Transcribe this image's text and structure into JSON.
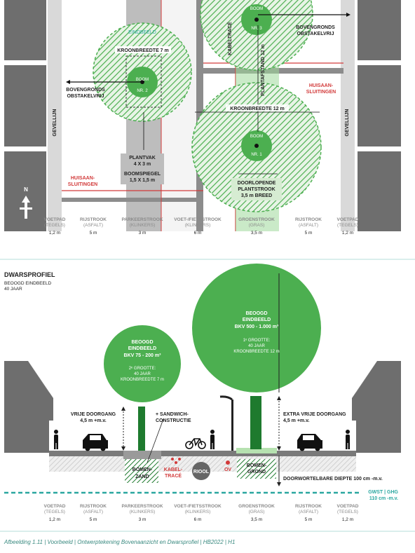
{
  "plan": {
    "eindbeeld": "EINDBEELD",
    "kroonbreedte_small": "KROONBREEDTE 7 m",
    "kroonbreedte_large": "KROONBREEDTE 12 m",
    "boom2": [
      "BOOM",
      "NR. 2"
    ],
    "boom3": [
      "BOOM",
      "NR. 3"
    ],
    "boom1": [
      "BOOM",
      "NR. 1"
    ],
    "bovengronds_left": [
      "BOVENGRONDS",
      "OBSTAKELVRIJ"
    ],
    "bovengronds_right": [
      "BOVENGRONDS",
      "OBSTAKELVRIJ"
    ],
    "kabeltrace": "KABELTRACÉ",
    "plantafstand": "PLANTAFSTAND 12 m",
    "huisaansluitingen_right": [
      "HUISAAN-",
      "SLUITINGEN"
    ],
    "huisaansluitingen_left": [
      "HUISAAN-",
      "SLUITINGEN"
    ],
    "gevellijn": "GEVELLIJN",
    "plantvak": [
      "PLANTVAK",
      "4 X 3 m"
    ],
    "boomspiegel": [
      "BOOMSPIEGEL",
      "1,5 X 1,5 m"
    ],
    "doorlopende": [
      "DOORLOPENDE",
      "PLANTSTROOK",
      "3,5 m BREED"
    ],
    "north": "N"
  },
  "strips": [
    {
      "name": "VOETPAD",
      "sub": "(TEGELS)",
      "width": "1,2 m"
    },
    {
      "name": "RIJSTROOK",
      "sub": "(ASFALT)",
      "width": "5 m"
    },
    {
      "name": "PARKEERSTROOK",
      "sub": "(KLINKERS)",
      "width": "3 m"
    },
    {
      "name": "VOET-/FIETSSTROOK",
      "sub": "(KLINKERS)",
      "width": "6 m"
    },
    {
      "name": "GROENSTROOK",
      "sub": "(GRAS)",
      "width": "3,5 m"
    },
    {
      "name": "RIJSTROOK",
      "sub": "(ASFALT)",
      "width": "5 m"
    },
    {
      "name": "VOETPAD",
      "sub": "(TEGELS)",
      "width": "1,2 m"
    }
  ],
  "section": {
    "title": "DWARSPROFIEL",
    "subtitle": [
      "BEOOGD EINDBEELD",
      "40 JAAR"
    ],
    "tree_small": [
      "BEOOGD",
      "EINDBEELD",
      "BKV 75 - 200 m³",
      "2ᵉ GROOTTE:",
      "40 JAAR",
      "KROONBREEDTE 7 m"
    ],
    "tree_large": [
      "BEOOGD",
      "EINDBEELD",
      "BKV 500 - 1.000 m³",
      "1ᵉ GROOTTE:",
      "40 JAAR",
      "KROONBREEDTE 12 m"
    ],
    "vrije_doorgang": [
      "VRIJE DOORGANG",
      "4,5 m +m.v."
    ],
    "extra_vrije_doorgang": [
      "EXTRA VRIJE DOORGANG",
      "4,5 m +m.v."
    ],
    "sandwich": [
      "+ SANDWICH-",
      "CONSTRUCTIE"
    ],
    "bomenzand": [
      "BOMEN-",
      "ZAND"
    ],
    "kabeltrace": [
      "KABEL-",
      "TRACÉ"
    ],
    "riool": "RIOOL",
    "ov": "OV",
    "bomengrond": [
      "BOMEN-",
      "GROND"
    ],
    "doorwortelbare": "DOORWORTELBARE DIEPTE 100 cm -m.v.",
    "gwst": [
      "GWST | GHG",
      "110 cm -m.v."
    ]
  },
  "caption": "Afbeelding 1.11 | Voorbeeld | Ontwerptekening Bovenaanzicht en Dwarsprofiel | HB2022 | H1",
  "colors": {
    "green": "#4caf50",
    "dark_green": "#1e7a2e",
    "red": "#d23a3a",
    "teal": "#2aa7a0",
    "grey": "#6e6e6e"
  }
}
